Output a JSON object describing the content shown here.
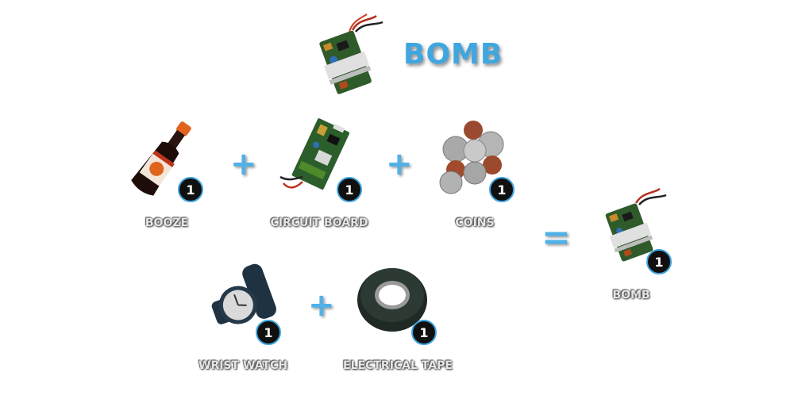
{
  "recipe": {
    "title": "BOMB",
    "operators": {
      "plus": "+",
      "equals": "="
    },
    "ingredients": [
      {
        "name": "BOOZE",
        "qty": "1",
        "icon": "booze-bottle-icon"
      },
      {
        "name": "CIRCUIT BOARD",
        "qty": "1",
        "icon": "circuit-board-icon"
      },
      {
        "name": "COINS",
        "qty": "1",
        "icon": "coins-icon"
      },
      {
        "name": "WRIST WATCH",
        "qty": "1",
        "icon": "wrist-watch-icon"
      },
      {
        "name": "ELECTRICAL TAPE",
        "qty": "1",
        "icon": "electrical-tape-icon"
      }
    ],
    "result": {
      "name": "BOMB",
      "qty": "1",
      "icon": "bomb-icon"
    }
  },
  "colors": {
    "accent": "#3fa6e0",
    "badge_bg": "#101010",
    "label": "#e6e6e6"
  }
}
